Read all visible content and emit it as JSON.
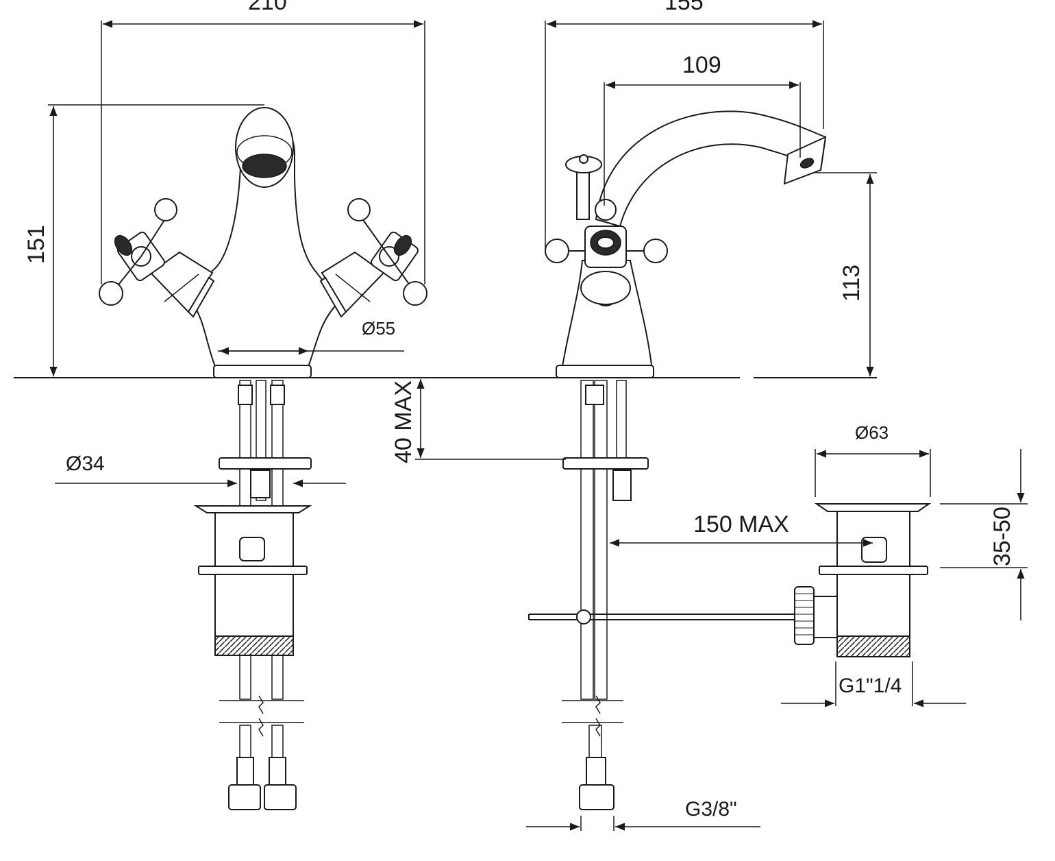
{
  "dimensions": {
    "front_width": "210",
    "front_height": "151",
    "base_diameter": "Ø55",
    "shank_diameter": "Ø34",
    "max_deck_thickness": "40 MAX",
    "side_depth": "155",
    "spout_reach": "109",
    "spout_height": "113",
    "waste_diameter": "Ø63",
    "max_rod_distance": "150 MAX",
    "waste_adjust_range": "35-50",
    "waste_thread": "G1\"1/4",
    "supply_thread": "G3/8\""
  },
  "colors": {
    "line": "#1a1a1a",
    "background": "#ffffff"
  }
}
